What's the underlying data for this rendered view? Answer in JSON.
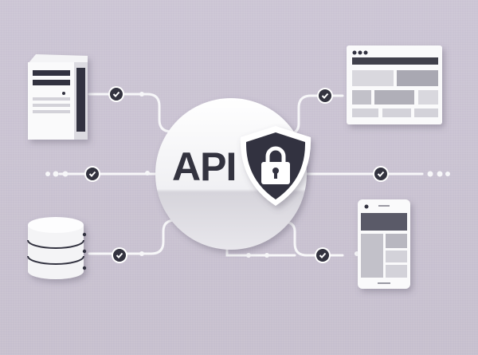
{
  "diagram": {
    "center": {
      "label": "API",
      "badge_icon": "shield-lock-icon"
    },
    "nodes": [
      {
        "id": "server",
        "icon": "server-tower-icon",
        "position": "top-left"
      },
      {
        "id": "web-browser",
        "icon": "browser-window-icon",
        "position": "top-right"
      },
      {
        "id": "database",
        "icon": "database-icon",
        "position": "bottom-left"
      },
      {
        "id": "mobile",
        "icon": "mobile-phone-icon",
        "position": "bottom-right"
      }
    ],
    "connections": [
      {
        "from": "server",
        "to": "API",
        "status_icon": "check-icon"
      },
      {
        "from": "web-browser",
        "to": "API",
        "status_icon": "check-icon"
      },
      {
        "from": "left-edge",
        "to": "API",
        "status_icon": "check-icon"
      },
      {
        "from": "right-edge",
        "to": "API",
        "status_icon": "check-icon"
      },
      {
        "from": "database",
        "to": "API",
        "status_icon": "check-icon"
      },
      {
        "from": "mobile",
        "to": "API",
        "status_icon": "check-icon"
      }
    ],
    "colors": {
      "background": "#c9c2d1",
      "dark": "#33333f",
      "light": "#f4f4f6",
      "wire": "#f7f7f9"
    }
  }
}
